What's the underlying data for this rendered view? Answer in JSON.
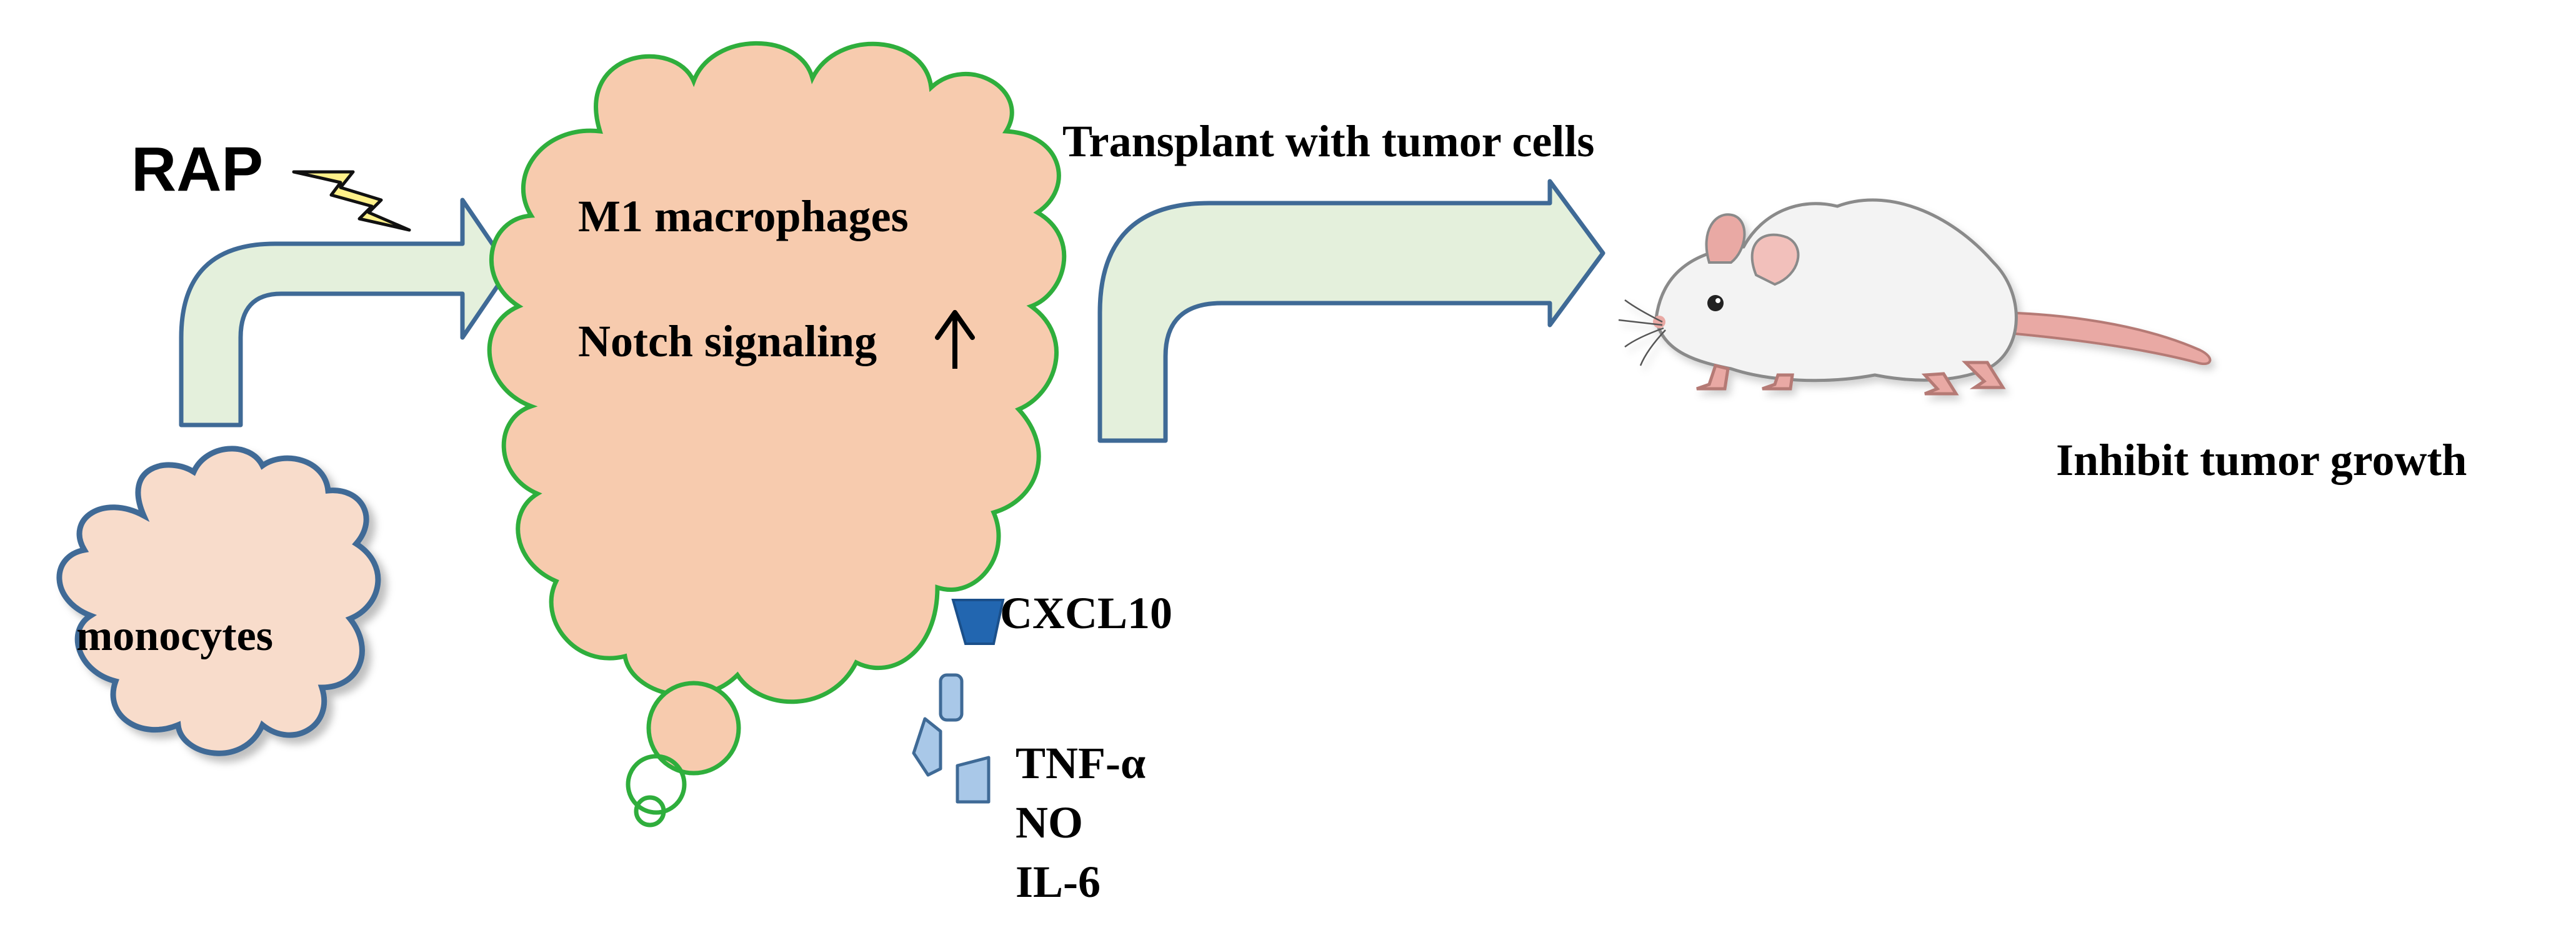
{
  "labels": {
    "rap": "RAP",
    "monocytes": "monocytes",
    "m1_macrophages": "M1 macrophages",
    "notch_signaling": "Notch signaling",
    "transplant": "Transplant with tumor cells",
    "inhibit": "Inhibit tumor growth",
    "cxcl10": "CXCL10",
    "tnf_alpha": "TNF-α",
    "no": "NO",
    "il6": "IL-6"
  },
  "colors": {
    "cloud_fill": "#f7cbae",
    "monocyte_fill": "#f8dccb",
    "monocyte_stroke": "#3f6a96",
    "macrophage_stroke": "#2fae3c",
    "arrow_fill": "#e4f0dc",
    "arrow_stroke": "#3f6a96",
    "cxcl10_fill": "#2266b0",
    "cytokine_fill": "#a9c8e8",
    "bolt_fill": "#fff18a",
    "mouse_body": "#f3f3f3",
    "mouse_pink": "#e9a9a4"
  },
  "icons": {
    "lightning": "lightning-bolt-icon",
    "up_arrow": "up-arrow-icon",
    "mouse": "mouse-illustration"
  }
}
